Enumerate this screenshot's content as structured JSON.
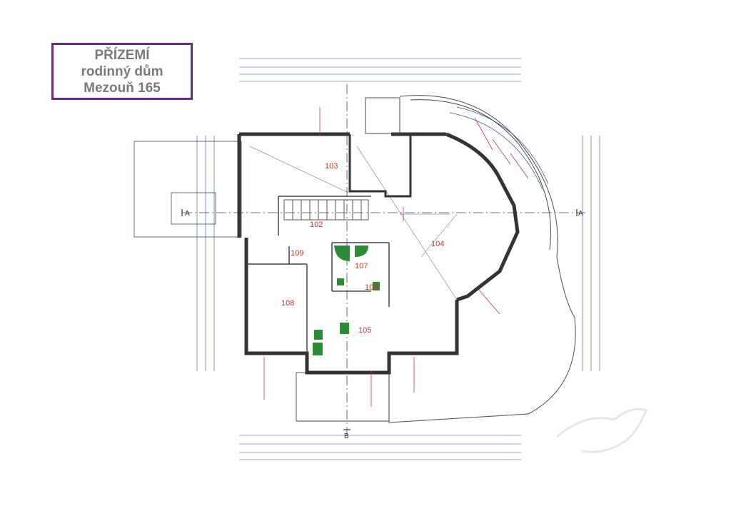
{
  "title": {
    "line1": "PŘÍZEMÍ",
    "line2": "rodinný dům",
    "line3": "Mezouň 165"
  },
  "plan": {
    "rooms": [
      {
        "id": "room-103",
        "label": "103"
      },
      {
        "id": "room-102",
        "label": "102"
      },
      {
        "id": "room-104",
        "label": "104"
      },
      {
        "id": "room-108",
        "label": "108"
      },
      {
        "id": "room-109",
        "label": "109"
      },
      {
        "id": "room-107",
        "label": "107"
      },
      {
        "id": "room-106",
        "label": "106"
      },
      {
        "id": "room-105",
        "label": "105"
      }
    ],
    "section_marks": {
      "a_left": "A",
      "a_right": "A",
      "b_bottom": "B"
    },
    "colors": {
      "frame": "#6b2a86",
      "walls": "#333333",
      "dimensions": "#2c4f8a",
      "annotations": "#c0306b",
      "rooms": "#c0392b",
      "fixtures": "#2e8b3a"
    }
  }
}
